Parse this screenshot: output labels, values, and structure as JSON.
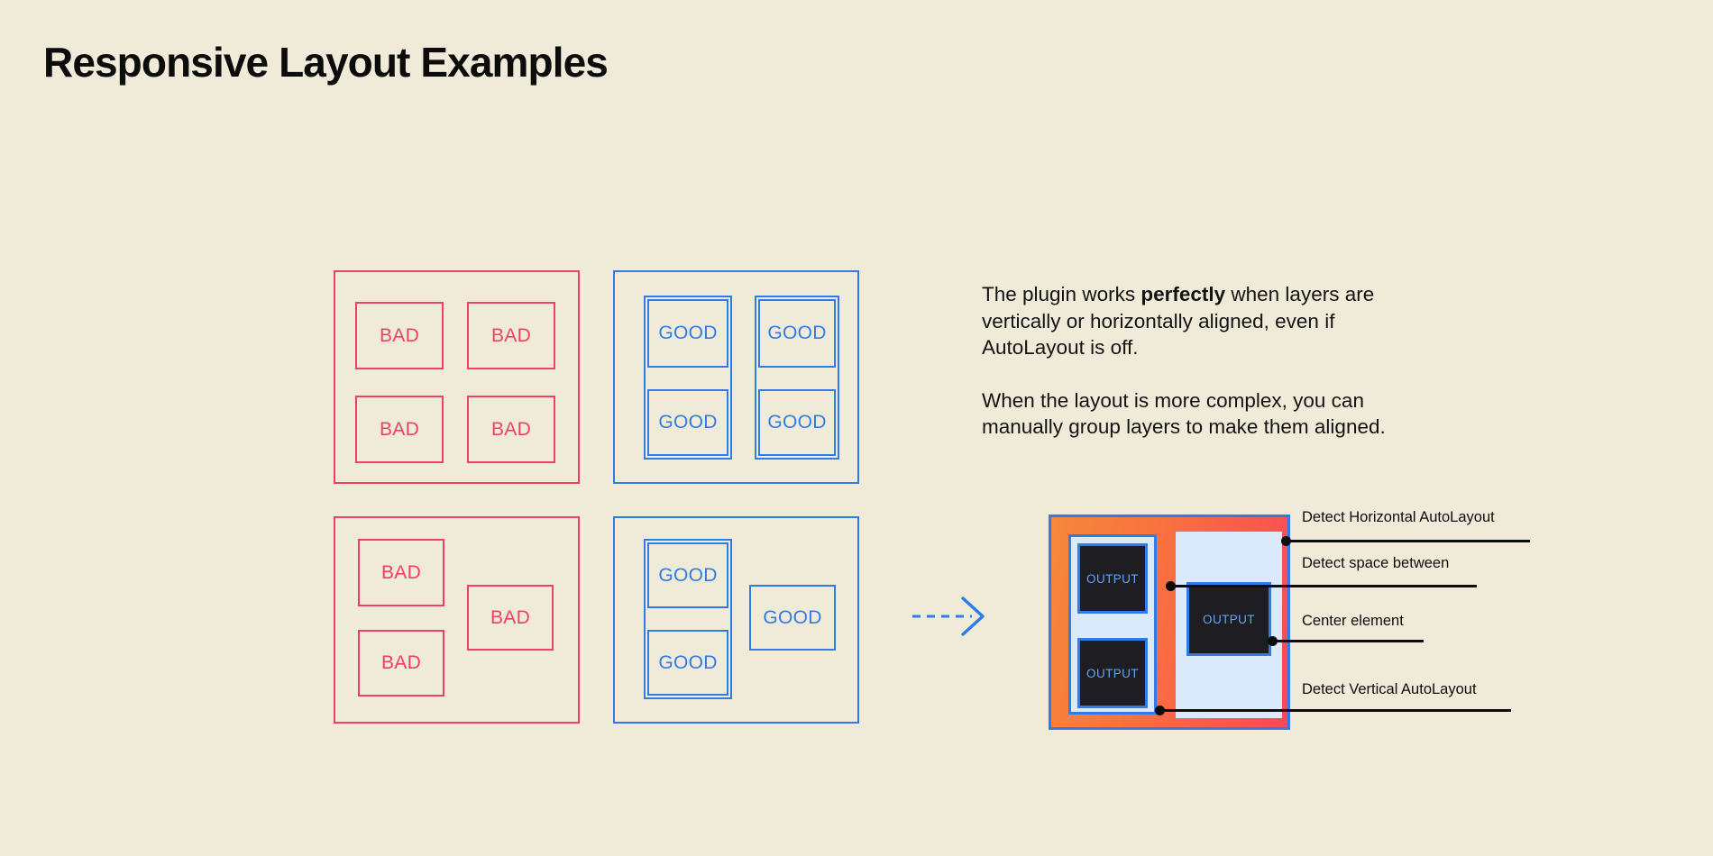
{
  "page": {
    "title": "Responsive Layout Examples",
    "background_color": "#f0ead9"
  },
  "colors": {
    "bad": "#ef415f",
    "good": "#2f7ce8",
    "accent_orange": "#f6883c",
    "accent_red": "#f9485a",
    "output_fill": "#1e1e22",
    "output_text": "#5fa4f7",
    "panel_light_blue": "#dbeafb",
    "text": "#0c0c0c"
  },
  "examples": {
    "top_left": {
      "kind": "bad",
      "label": "BAD",
      "cells": [
        "BAD",
        "BAD",
        "BAD",
        "BAD"
      ]
    },
    "top_right": {
      "kind": "good",
      "label": "GOOD",
      "cells": [
        "GOOD",
        "GOOD",
        "GOOD",
        "GOOD"
      ]
    },
    "bottom_left": {
      "kind": "bad",
      "label": "BAD",
      "cells": [
        "BAD",
        "BAD",
        "BAD"
      ]
    },
    "bottom_right": {
      "kind": "good",
      "label": "GOOD",
      "cells": [
        "GOOD",
        "GOOD",
        "GOOD"
      ]
    }
  },
  "arrow": {
    "icon": "dashed-arrow-right-icon"
  },
  "copy": {
    "paragraph_1_before": "The plugin works ",
    "paragraph_1_bold": "perfectly",
    "paragraph_1_after": " when layers are vertically or horizontally aligned, even if AutoLayout is off.",
    "paragraph_2": "When the layout is more complex, you can manually group layers to make them aligned."
  },
  "mock": {
    "output_labels": [
      "OUTPUT",
      "OUTPUT",
      "OUTPUT"
    ],
    "annotations": [
      {
        "label": "Detect Horizontal AutoLayout"
      },
      {
        "label": "Detect space between"
      },
      {
        "label": "Center element"
      },
      {
        "label": "Detect Vertical AutoLayout"
      }
    ]
  }
}
